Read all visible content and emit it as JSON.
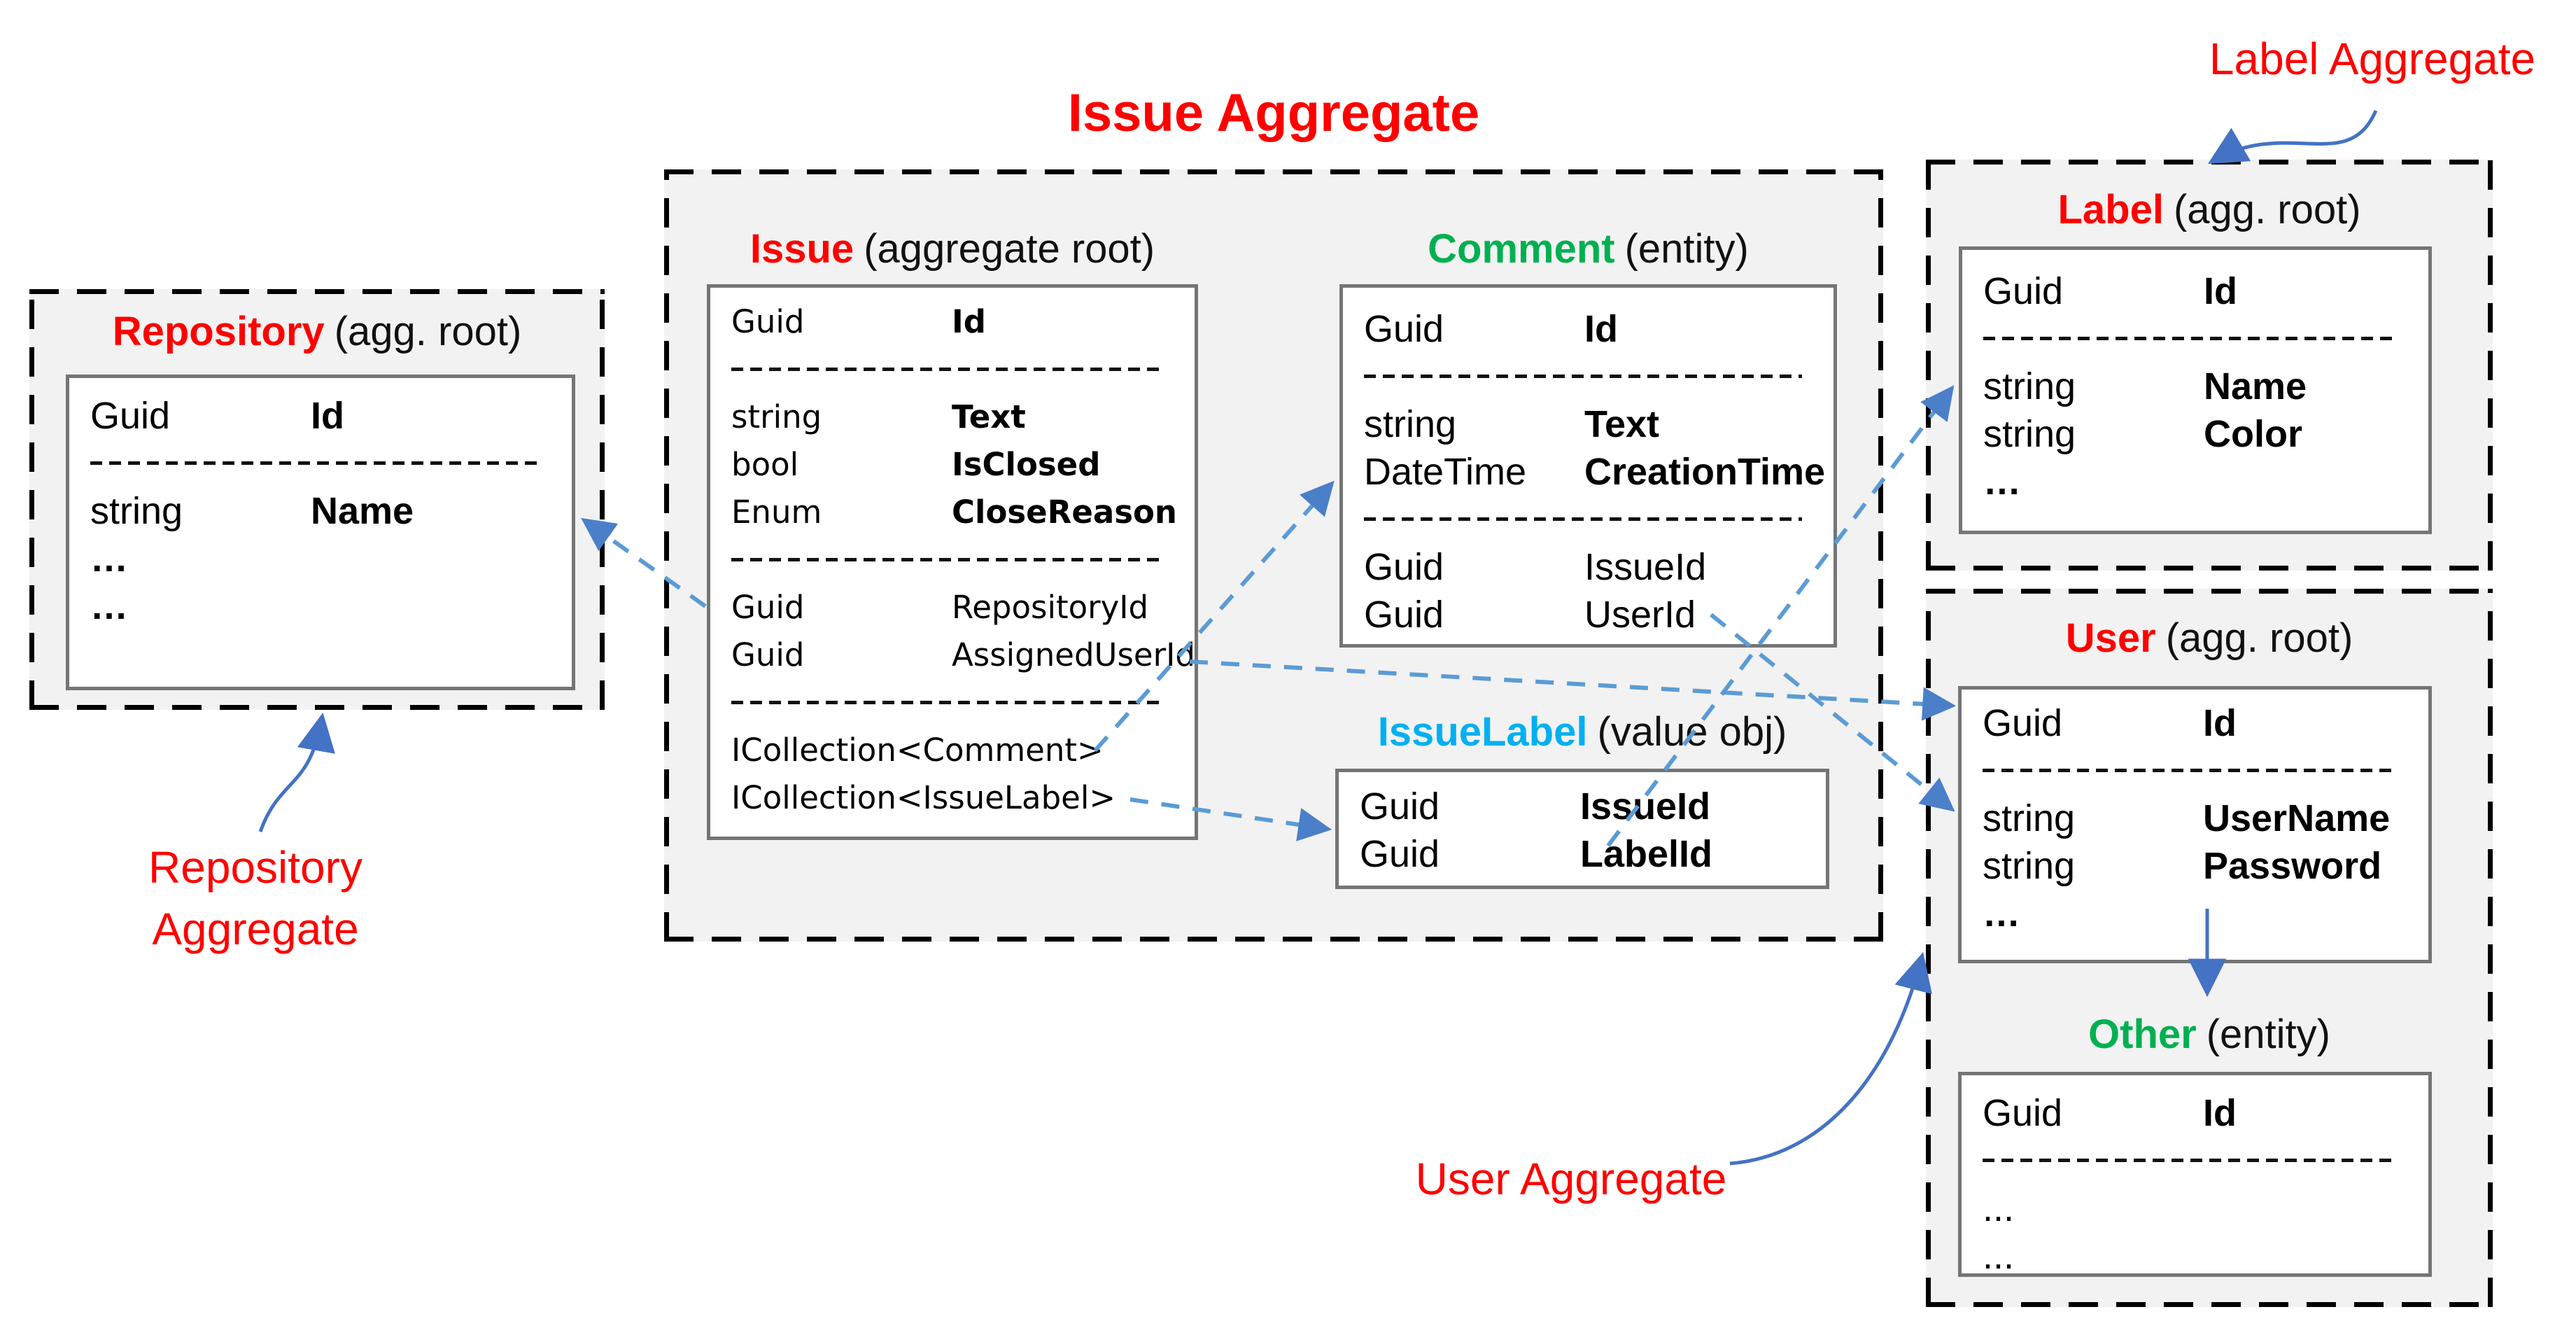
{
  "title": "Issue Aggregate",
  "annotations": {
    "label_aggregate": "Label Aggregate",
    "repository_aggregate": "Repository\nAggregate",
    "user_aggregate": "User Aggregate"
  },
  "colors": {
    "aggregate_root_name": "#FF0000",
    "entity_name": "#00B050",
    "value_object_name": "#00B0F0",
    "dashed_connector": "#5B9BD5",
    "solid_connector": "#4472C4",
    "container_background": "#F2F2F2",
    "box_border": "#757575"
  },
  "entities": {
    "repository": {
      "name": "Repository",
      "kind": "(agg. root)",
      "rows": [
        {
          "t": "Guid",
          "n": "Id",
          "b": true
        },
        {
          "sep": true
        },
        {
          "t": "string",
          "n": "Name",
          "b": true
        },
        {
          "t": "…",
          "tb": true
        },
        {
          "t": "…",
          "tb": true
        }
      ]
    },
    "issue": {
      "name": "Issue",
      "kind": "(aggregate root)",
      "rows": [
        {
          "t": "Guid",
          "n": "Id",
          "b": true
        },
        {
          "sep": true
        },
        {
          "t": "string",
          "n": "Text",
          "b": true
        },
        {
          "t": "bool",
          "n": "IsClosed",
          "b": true
        },
        {
          "t": "Enum",
          "n": "CloseReason",
          "b": true
        },
        {
          "sep": true
        },
        {
          "t": "Guid",
          "n": "RepositoryId"
        },
        {
          "t": "Guid",
          "n": "AssignedUserId"
        },
        {
          "sep": true
        },
        {
          "t": "ICollection<Comment>"
        },
        {
          "t": "ICollection<IssueLabel>"
        }
      ]
    },
    "comment": {
      "name": "Comment",
      "kind": "(entity)",
      "rows": [
        {
          "t": "Guid",
          "n": "Id",
          "b": true
        },
        {
          "sep": true
        },
        {
          "t": "string",
          "n": "Text",
          "b": true
        },
        {
          "t": "DateTime",
          "n": "CreationTime",
          "b": true
        },
        {
          "sep": true
        },
        {
          "t": "Guid",
          "n": "IssueId"
        },
        {
          "t": "Guid",
          "n": "UserId"
        }
      ]
    },
    "issuelabel": {
      "name": "IssueLabel",
      "kind": "(value obj)",
      "rows": [
        {
          "t": "Guid",
          "n": "IssueId",
          "b": true
        },
        {
          "t": "Guid",
          "n": "LabelId",
          "b": true
        }
      ]
    },
    "label": {
      "name": "Label",
      "kind": "(agg. root)",
      "rows": [
        {
          "t": "Guid",
          "n": "Id",
          "b": true
        },
        {
          "sep": true
        },
        {
          "t": "string",
          "n": "Name",
          "b": true
        },
        {
          "t": "string",
          "n": "Color",
          "b": true
        },
        {
          "t": "…",
          "tb": true
        }
      ]
    },
    "user": {
      "name": "User",
      "kind": "(agg. root)",
      "rows": [
        {
          "t": "Guid",
          "n": "Id",
          "b": true
        },
        {
          "sep": true
        },
        {
          "t": "string",
          "n": "UserName",
          "b": true
        },
        {
          "t": "string",
          "n": "Password",
          "b": true
        },
        {
          "t": "…",
          "tb": true
        }
      ]
    },
    "other": {
      "name": "Other",
      "kind": "(entity)",
      "rows": [
        {
          "t": "Guid",
          "n": "Id",
          "b": true
        },
        {
          "sep": true
        },
        {
          "t": "..."
        },
        {
          "t": "..."
        }
      ]
    }
  }
}
